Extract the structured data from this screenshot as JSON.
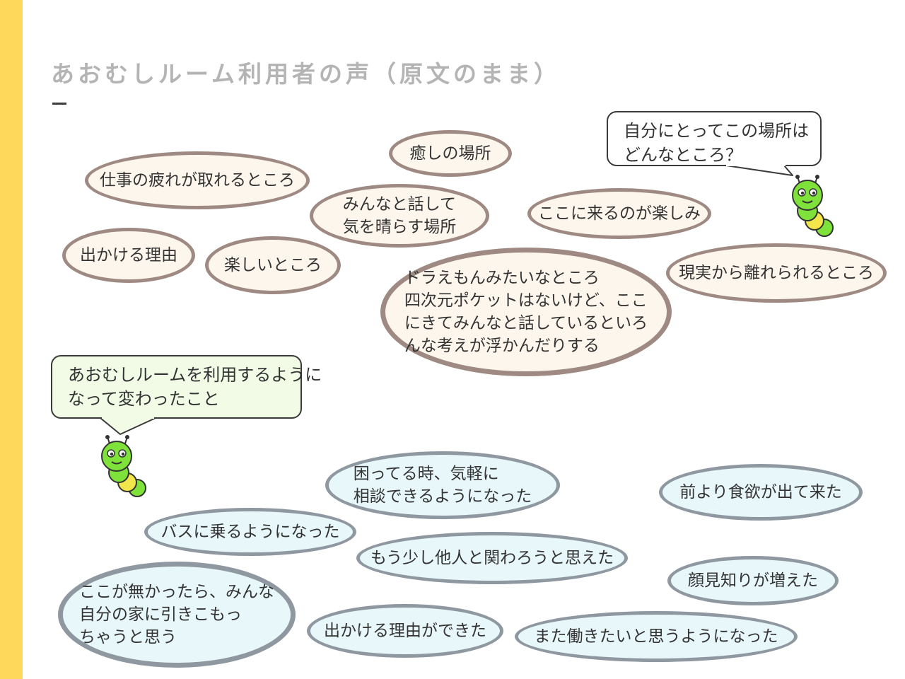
{
  "title": "あおむしルーム利用者の声（原文のまま）",
  "question_place": {
    "lines": [
      "自分にとってこの場所は",
      "どんなところ？"
    ]
  },
  "question_change": {
    "lines": [
      "あおむしルームを利用するように",
      "なって変わったこと"
    ]
  },
  "place_answers": [
    {
      "lines": [
        "仕事の疲れが取れるところ"
      ]
    },
    {
      "lines": [
        "癒しの場所"
      ]
    },
    {
      "lines": [
        "みんなと話して",
        "気を晴らす場所"
      ]
    },
    {
      "lines": [
        "ここに来るのが楽しみ"
      ]
    },
    {
      "lines": [
        "出かける理由"
      ]
    },
    {
      "lines": [
        "楽しいところ"
      ]
    },
    {
      "lines": [
        "ドラえもんみたいなところ",
        "四次元ポケットはないけど、ここ",
        "にきてみんなと話しているといろ",
        "んな考えが浮かんだりする"
      ]
    },
    {
      "lines": [
        "現実から離れられるところ"
      ]
    }
  ],
  "change_answers": [
    {
      "lines": [
        "困ってる時、気軽に",
        "相談できるようになった"
      ]
    },
    {
      "lines": [
        "前より食欲が出て来た"
      ]
    },
    {
      "lines": [
        "バスに乗るようになった"
      ]
    },
    {
      "lines": [
        "もう少し他人と関わろうと思えた"
      ]
    },
    {
      "lines": [
        "顔見知りが増えた"
      ]
    },
    {
      "lines": [
        "ここが無かったら、みんな",
        "自分の家に引きこもっ",
        "ちゃうと思う"
      ]
    },
    {
      "lines": [
        "出かける理由ができた"
      ]
    },
    {
      "lines": [
        "また働きたいと思うようになった"
      ]
    }
  ],
  "colors": {
    "stripe": "#fed85b",
    "title": "#b4b4b4",
    "warm_fill": "#fdf6ec",
    "warm_border": "#9e8a82",
    "cool_fill": "#e8f7fa",
    "cool_border": "#8f98a0",
    "callout_change_fill": "#f1fbe6",
    "caterpillar_green": "#7fe23a",
    "caterpillar_belly": "#f2e64a"
  },
  "icons": {
    "mascot": "caterpillar-icon"
  }
}
